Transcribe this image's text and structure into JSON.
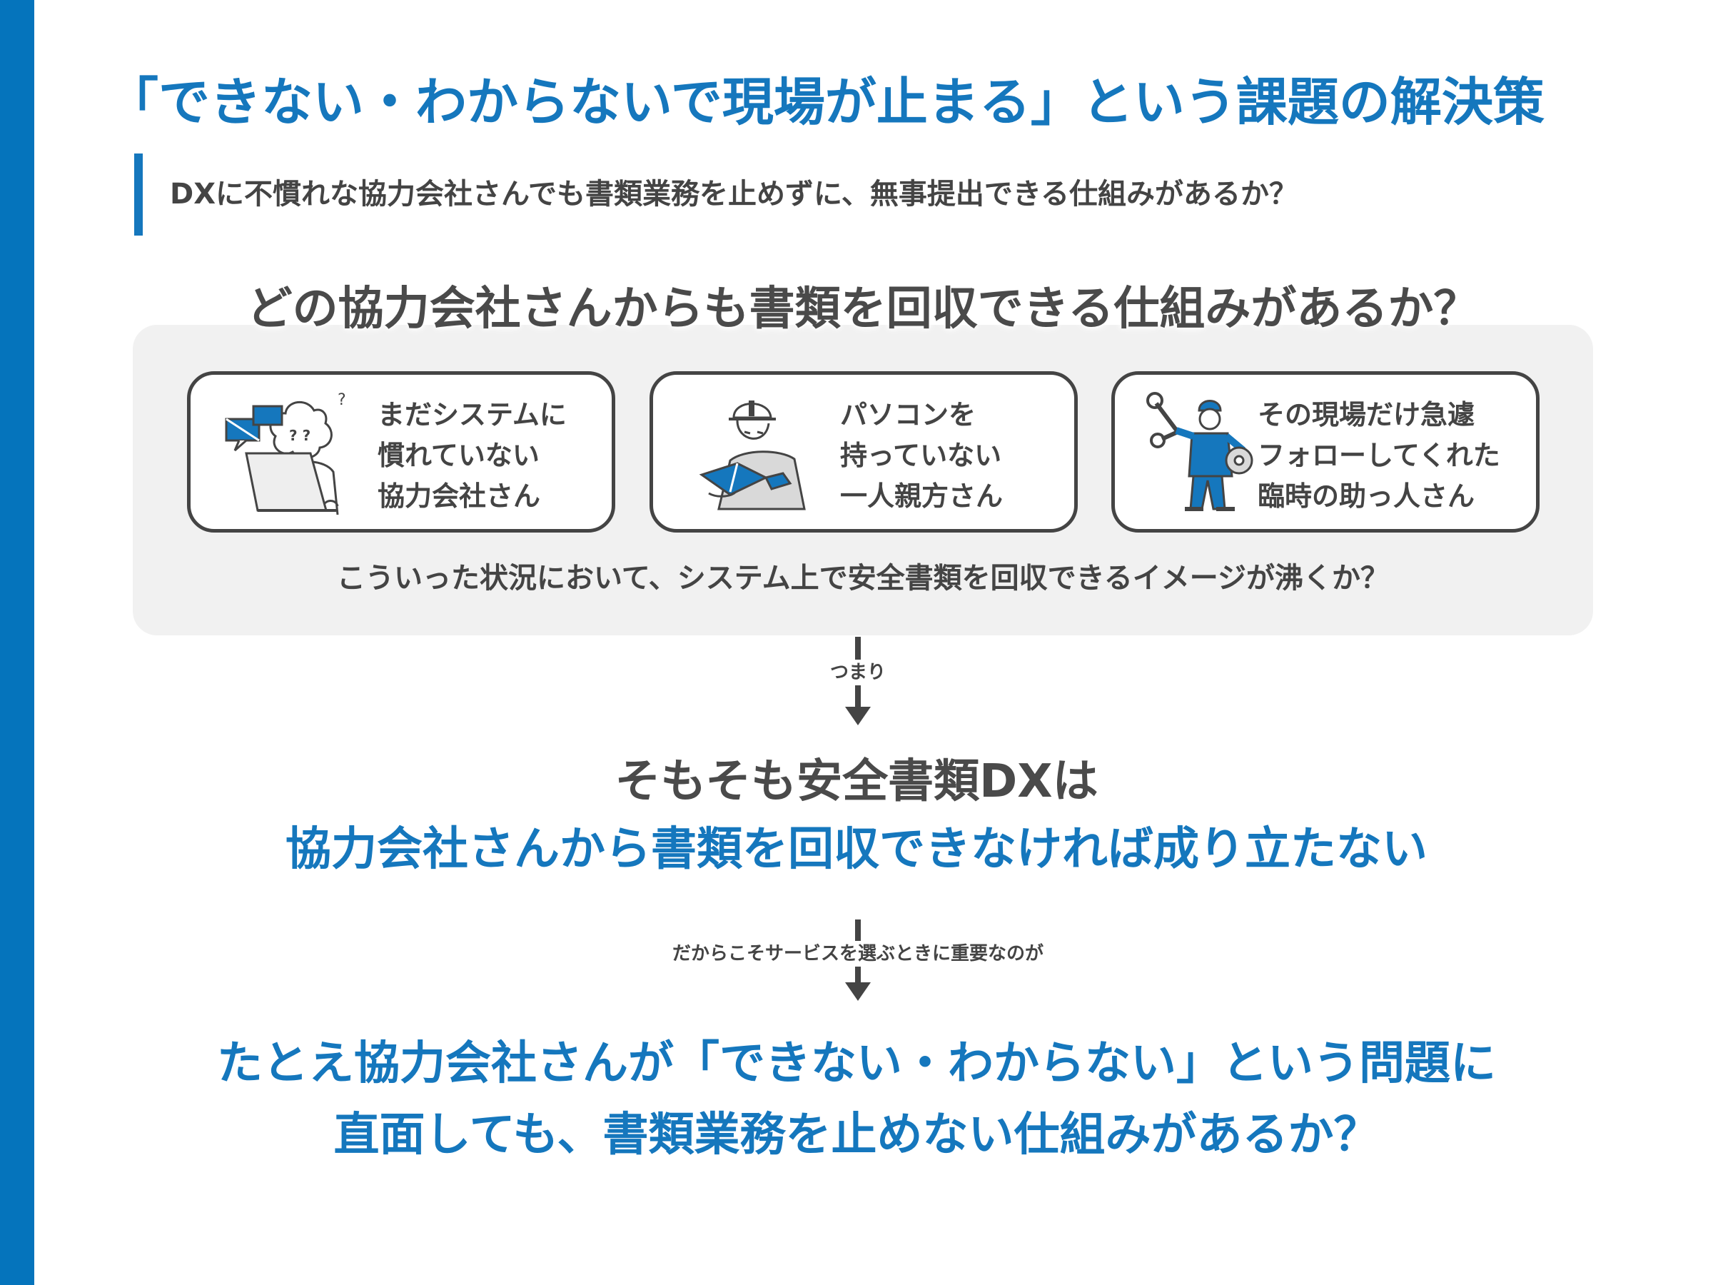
{
  "title": "「できない・わからないで現場が止まる」という課題の解決策",
  "subtitle": "DXに不慣れな協力会社さんでも書類業務を止めずに、無事提出できる仕組みがあるか？",
  "panel": {
    "heading": "どの協力会社さんからも書類を回収できる仕組みがあるか？",
    "cards": [
      {
        "illustration": "confused-person-laptop-icon",
        "lines": [
          "まだシステムに",
          "慣れていない",
          "協力会社さん"
        ]
      },
      {
        "illustration": "worker-reading-book-icon",
        "lines": [
          "パソコンを",
          "持っていない",
          "一人親方さん"
        ]
      },
      {
        "illustration": "mechanic-wrench-icon",
        "lines": [
          "その現場だけ急遽",
          "フォローしてくれた",
          "臨時の助っ人さん"
        ]
      }
    ],
    "note": "こういった状況において、システム上で安全書類を回収できるイメージが沸くか？"
  },
  "connector_1": "つまり",
  "statement": {
    "line1": "そもそも安全書類DXは",
    "line2": "協力会社さんから書類を回収できなければ成り立たない"
  },
  "connector_2": "だからこそサービスを選ぶときに重要なのが",
  "conclusion": {
    "line1": "たとえ協力会社さんが「できない・わからない」という問題に",
    "line2": "直面しても、書類業務を止めない仕組みがあるか？"
  },
  "colors": {
    "accent": "#0574BC",
    "heading_blue": "#1577BD",
    "text": "#444444",
    "panel": "#f1f1f1"
  }
}
